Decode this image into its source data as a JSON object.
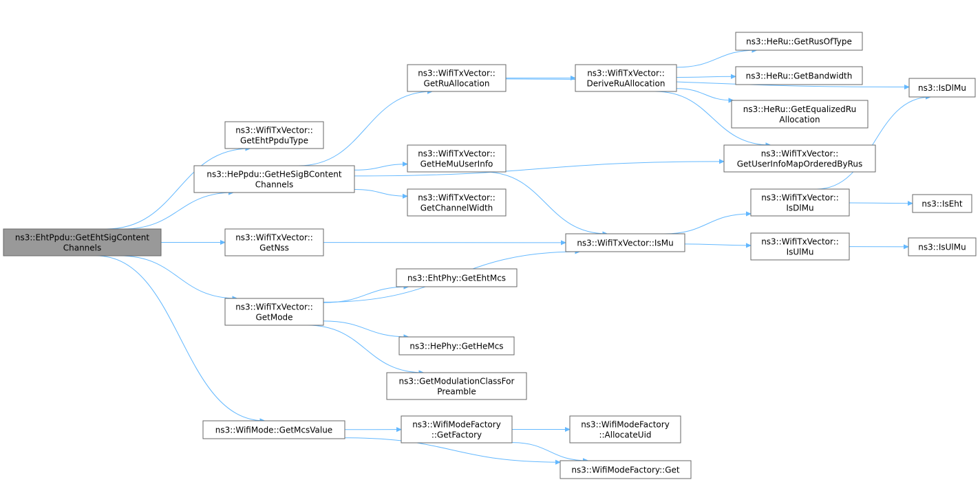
{
  "graph_title": "",
  "colors": {
    "edge": "#63b8ff",
    "node_border": "#666666",
    "root_fill": "#999999",
    "node_fill": "#ffffff"
  },
  "nodes": [
    {
      "id": "root",
      "lines": [
        "ns3::EhtPpdu::GetEhtSigContent",
        "Channels"
      ],
      "root": true
    },
    {
      "id": "getEhtPpduType",
      "lines": [
        "ns3::WifiTxVector::",
        "GetEhtPpduType"
      ]
    },
    {
      "id": "heSigB",
      "lines": [
        "ns3::HePpdu::GetHeSigBContent",
        "Channels"
      ]
    },
    {
      "id": "getNss",
      "lines": [
        "ns3::WifiTxVector::",
        "GetNss"
      ]
    },
    {
      "id": "getMode",
      "lines": [
        "ns3::WifiTxVector::",
        "GetMode"
      ]
    },
    {
      "id": "getMcsValue",
      "lines": [
        "ns3::WifiMode::GetMcsValue"
      ]
    },
    {
      "id": "getRuAllocation",
      "lines": [
        "ns3::WifiTxVector::",
        "GetRuAllocation"
      ]
    },
    {
      "id": "getHeMuUserInfo",
      "lines": [
        "ns3::WifiTxVector::",
        "GetHeMuUserInfo"
      ]
    },
    {
      "id": "getChannelWidth",
      "lines": [
        "ns3::WifiTxVector::",
        "GetChannelWidth"
      ]
    },
    {
      "id": "getEhtMcs",
      "lines": [
        "ns3::EhtPhy::GetEhtMcs"
      ]
    },
    {
      "id": "getHeMcs",
      "lines": [
        "ns3::HePhy::GetHeMcs"
      ]
    },
    {
      "id": "getModClass",
      "lines": [
        "ns3::GetModulationClassFor",
        "Preamble"
      ]
    },
    {
      "id": "getFactory",
      "lines": [
        "ns3::WifiModeFactory",
        "::GetFactory"
      ]
    },
    {
      "id": "deriveRu",
      "lines": [
        "ns3::WifiTxVector::",
        "DeriveRuAllocation"
      ]
    },
    {
      "id": "isMu",
      "lines": [
        "ns3::WifiTxVector::IsMu"
      ]
    },
    {
      "id": "allocateUid",
      "lines": [
        "ns3::WifiModeFactory",
        "::AllocateUid"
      ]
    },
    {
      "id": "factoryGet",
      "lines": [
        "ns3::WifiModeFactory::Get"
      ]
    },
    {
      "id": "getRusOfType",
      "lines": [
        "ns3::HeRu::GetRusOfType"
      ]
    },
    {
      "id": "getBandwidth",
      "lines": [
        "ns3::HeRu::GetBandwidth"
      ]
    },
    {
      "id": "getEqualized",
      "lines": [
        "ns3::HeRu::GetEqualizedRu",
        "Allocation"
      ]
    },
    {
      "id": "getUserInfoMap",
      "lines": [
        "ns3::WifiTxVector::",
        "GetUserInfoMapOrderedByRus"
      ]
    },
    {
      "id": "txIsDlMu",
      "lines": [
        "ns3::WifiTxVector::",
        "IsDlMu"
      ]
    },
    {
      "id": "txIsUlMu",
      "lines": [
        "ns3::WifiTxVector::",
        "IsUlMu"
      ]
    },
    {
      "id": "isDlMu",
      "lines": [
        "ns3::IsDlMu"
      ]
    },
    {
      "id": "isEht",
      "lines": [
        "ns3::IsEht"
      ]
    },
    {
      "id": "isUlMu",
      "lines": [
        "ns3::IsUlMu"
      ]
    }
  ],
  "edges": [
    [
      "root",
      "getEhtPpduType"
    ],
    [
      "root",
      "heSigB"
    ],
    [
      "root",
      "getNss"
    ],
    [
      "root",
      "getMode"
    ],
    [
      "root",
      "getMcsValue"
    ],
    [
      "heSigB",
      "getRuAllocation"
    ],
    [
      "heSigB",
      "getUserInfoMap"
    ],
    [
      "heSigB",
      "getHeMuUserInfo"
    ],
    [
      "heSigB",
      "getChannelWidth"
    ],
    [
      "getRuAllocation",
      "deriveRu"
    ],
    [
      "getRuAllocation",
      "isDlMu"
    ],
    [
      "deriveRu",
      "getRusOfType"
    ],
    [
      "deriveRu",
      "getBandwidth"
    ],
    [
      "deriveRu",
      "getEqualized"
    ],
    [
      "deriveRu",
      "getUserInfoMap"
    ],
    [
      "getHeMuUserInfo",
      "isMu"
    ],
    [
      "getNss",
      "isMu"
    ],
    [
      "getMode",
      "getEhtMcs"
    ],
    [
      "getMode",
      "isMu"
    ],
    [
      "getMode",
      "getHeMcs"
    ],
    [
      "getMode",
      "getModClass"
    ],
    [
      "isMu",
      "txIsDlMu"
    ],
    [
      "isMu",
      "txIsUlMu"
    ],
    [
      "txIsDlMu",
      "isDlMu"
    ],
    [
      "txIsDlMu",
      "isEht"
    ],
    [
      "txIsUlMu",
      "isUlMu"
    ],
    [
      "getMcsValue",
      "getFactory"
    ],
    [
      "getMcsValue",
      "factoryGet"
    ],
    [
      "getFactory",
      "allocateUid"
    ],
    [
      "getFactory",
      "factoryGet"
    ]
  ]
}
